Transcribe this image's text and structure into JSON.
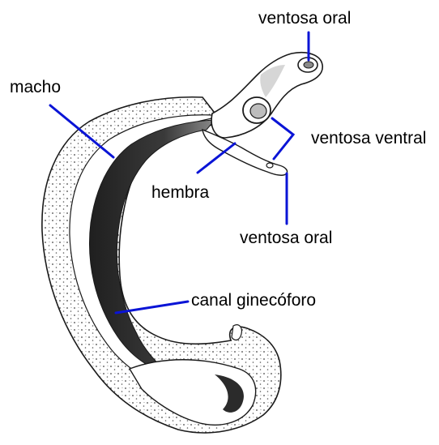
{
  "labels": {
    "ventosa_oral_top": "ventosa oral",
    "macho": "macho",
    "ventosa_ventral": "ventosa ventral",
    "hembra": "hembra",
    "ventosa_oral_bottom": "ventosa oral",
    "canal": "canal ginecóforo"
  },
  "colors": {
    "leader_line": "#0a14d6",
    "outline": "#1a1a1a",
    "canal_dark": "#2b2b2b",
    "background": "#ffffff"
  }
}
